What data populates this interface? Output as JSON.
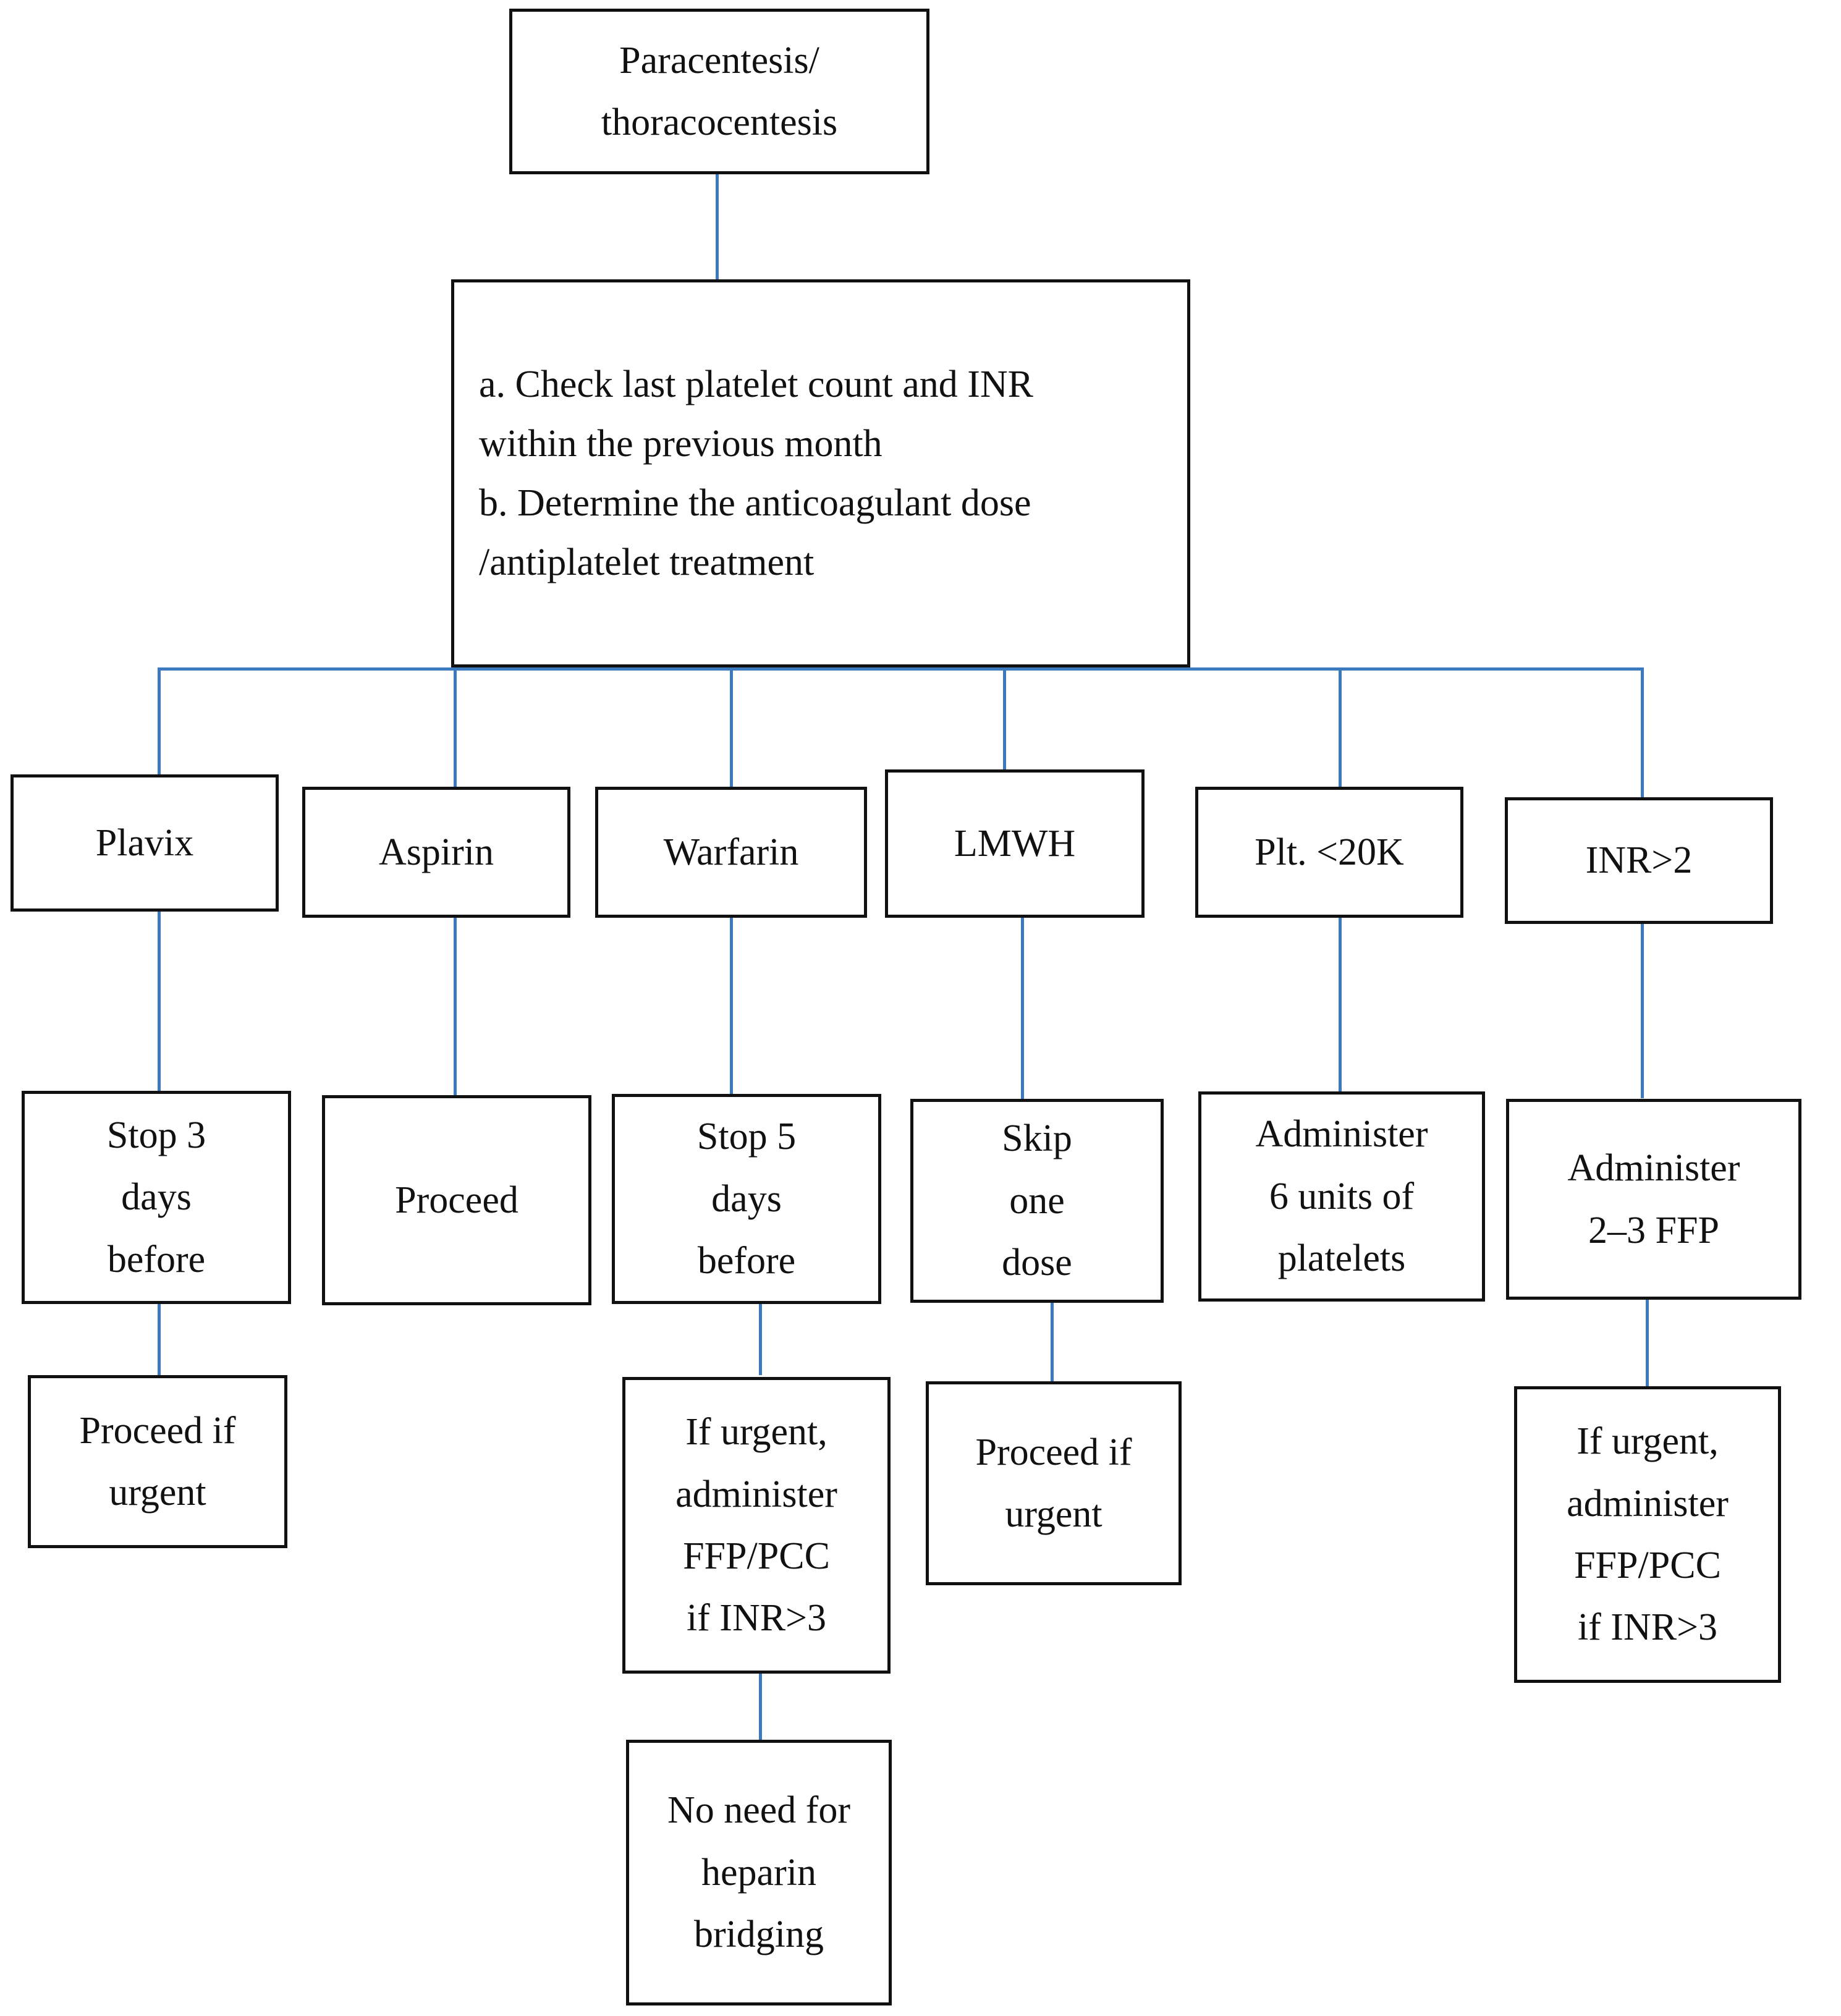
{
  "diagram": {
    "title": "Paracentesis/thoracocentesis periprocedural anticoagulation management flowchart",
    "accent_color": "#3C7AC0",
    "box_border_color": "#111111",
    "background_color": "#FFFFFF"
  },
  "nodes": {
    "procedure": {
      "label": "Paracentesis/\nthoracocentesis"
    },
    "assessment": {
      "label": "a. Check last platelet count and INR within the previous month\nb. Determine the anticoagulant dose /antiplatelet treatment",
      "lines": [
        "a. Check last platelet count and INR",
        "within the previous month",
        "b. Determine the anticoagulant dose",
        "/antiplatelet treatment"
      ],
      "display": "a. Check last platelet count and INR\nwithin the previous month\nb. Determine the anticoagulant dose\n/antiplatelet treatment"
    },
    "branches": [
      {
        "id": "plavix",
        "label": "Plavix"
      },
      {
        "id": "aspirin",
        "label": "Aspirin"
      },
      {
        "id": "warfarin",
        "label": "Warfarin"
      },
      {
        "id": "lmwh",
        "label": "LMWH"
      },
      {
        "id": "plt20k",
        "label": "Plt. <20K"
      },
      {
        "id": "inr2",
        "label": "INR>2"
      }
    ],
    "actions": [
      {
        "id": "plavix-action",
        "label": "Stop 3\ndays\nbefore"
      },
      {
        "id": "aspirin-action",
        "label": "Proceed"
      },
      {
        "id": "warfarin-action",
        "label": "Stop 5\ndays\nbefore"
      },
      {
        "id": "lmwh-action",
        "label": "Skip\none\ndose"
      },
      {
        "id": "plt20k-action",
        "label": "Administer\n6 units of\nplatelets"
      },
      {
        "id": "inr2-action",
        "label": "Administer\n2–3 FFP"
      }
    ],
    "followups": [
      {
        "id": "plavix-followup",
        "label": "Proceed if\nurgent"
      },
      {
        "id": "warfarin-followup",
        "label": "If urgent,\nadminister\nFFP/PCC\nif INR>3"
      },
      {
        "id": "lmwh-followup",
        "label": "Proceed if\nurgent"
      },
      {
        "id": "inr2-followup",
        "label": "If urgent,\nadminister\nFFP/PCC\nif INR>3"
      }
    ],
    "terminal": {
      "id": "heparin-bridging",
      "label": "No need for\nheparin\nbridging"
    }
  }
}
